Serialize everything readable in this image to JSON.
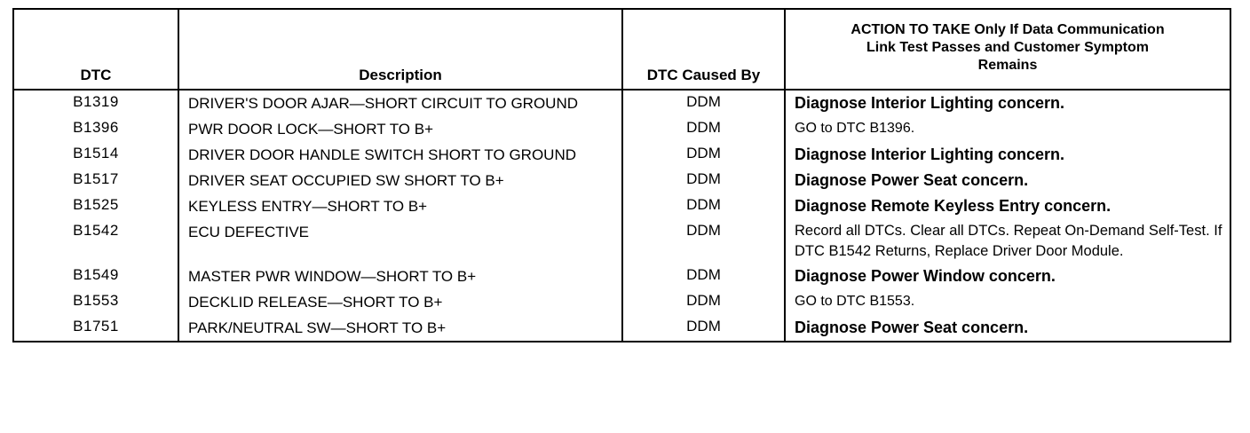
{
  "table": {
    "headers": {
      "dtc": "DTC",
      "description": "Description",
      "caused_by": "DTC Caused By",
      "action_line1": "ACTION TO TAKE Only If Data Communication",
      "action_line2": "Link Test Passes and Customer Symptom",
      "action_line3": "Remains"
    },
    "rows": [
      {
        "dtc": "B1319",
        "description": "DRIVER'S DOOR AJAR—SHORT CIRCUIT TO GROUND",
        "caused_by": "DDM",
        "action": "Diagnose Interior Lighting concern.",
        "action_style": "bold"
      },
      {
        "dtc": "B1396",
        "description": "PWR DOOR LOCK—SHORT TO B+",
        "caused_by": "DDM",
        "action": "GO to DTC B1396.",
        "action_style": "normal"
      },
      {
        "dtc": "B1514",
        "description": "DRIVER DOOR HANDLE SWITCH SHORT TO GROUND",
        "caused_by": "DDM",
        "action": "Diagnose Interior Lighting concern.",
        "action_style": "bold"
      },
      {
        "dtc": "B1517",
        "description": "DRIVER SEAT OCCUPIED SW SHORT TO B+",
        "caused_by": "DDM",
        "action": "Diagnose Power Seat concern.",
        "action_style": "bold"
      },
      {
        "dtc": "B1525",
        "description": "KEYLESS ENTRY—SHORT TO B+",
        "caused_by": "DDM",
        "action": "Diagnose Remote Keyless Entry concern.",
        "action_style": "bold"
      },
      {
        "dtc": "B1542",
        "description": "ECU DEFECTIVE",
        "caused_by": "DDM",
        "action": "Record all DTCs. Clear all DTCs. Repeat On-Demand Self-Test. If DTC B1542 Returns, Replace Driver Door Module.",
        "action_style": "multi"
      },
      {
        "dtc": "B1549",
        "description": "MASTER PWR WINDOW—SHORT TO B+",
        "caused_by": "DDM",
        "action": "Diagnose Power Window concern.",
        "action_style": "bold"
      },
      {
        "dtc": "B1553",
        "description": "DECKLID RELEASE—SHORT TO B+",
        "caused_by": "DDM",
        "action": "GO to DTC B1553.",
        "action_style": "normal"
      },
      {
        "dtc": "B1751",
        "description": "PARK/NEUTRAL SW—SHORT TO B+",
        "caused_by": "DDM",
        "action": "Diagnose Power Seat concern.",
        "action_style": "bold"
      }
    ]
  }
}
